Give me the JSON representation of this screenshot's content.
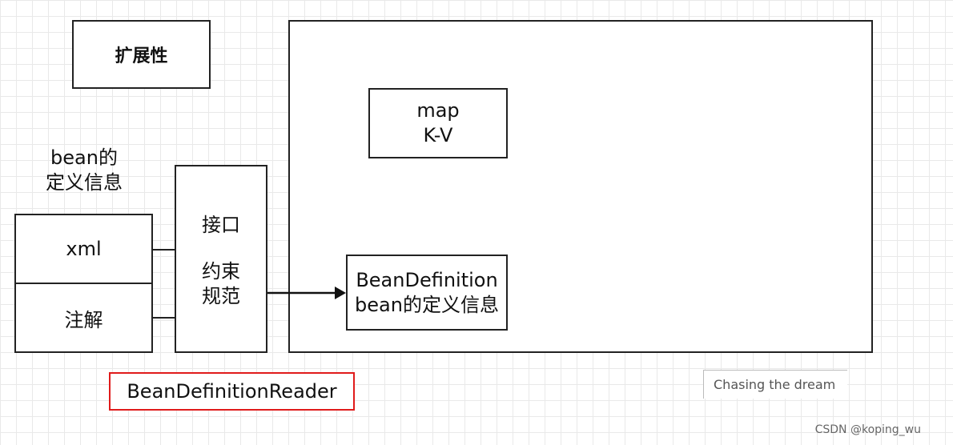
{
  "diagram": {
    "extensibility_label": "扩展性",
    "container": {
      "map_box": {
        "line1": "map",
        "line2": "K-V"
      },
      "bean_definition_box": {
        "line1": "BeanDefinition",
        "line2": "bean的定义信息"
      }
    },
    "bean_def_label": {
      "line1": "bean的",
      "line2": "定义信息"
    },
    "sources": {
      "xml": "xml",
      "annotation": "注解"
    },
    "interface_box": {
      "line1": "接口",
      "line2": "约束",
      "line3": "规范"
    },
    "reader_label": "BeanDefinitionReader",
    "reader_highlight_color": "#e01b1b",
    "arrow_color": "#111111"
  },
  "overlay": {
    "chasing_text": "Chasing the dream",
    "watermark": "CSDN @koping_wu"
  }
}
